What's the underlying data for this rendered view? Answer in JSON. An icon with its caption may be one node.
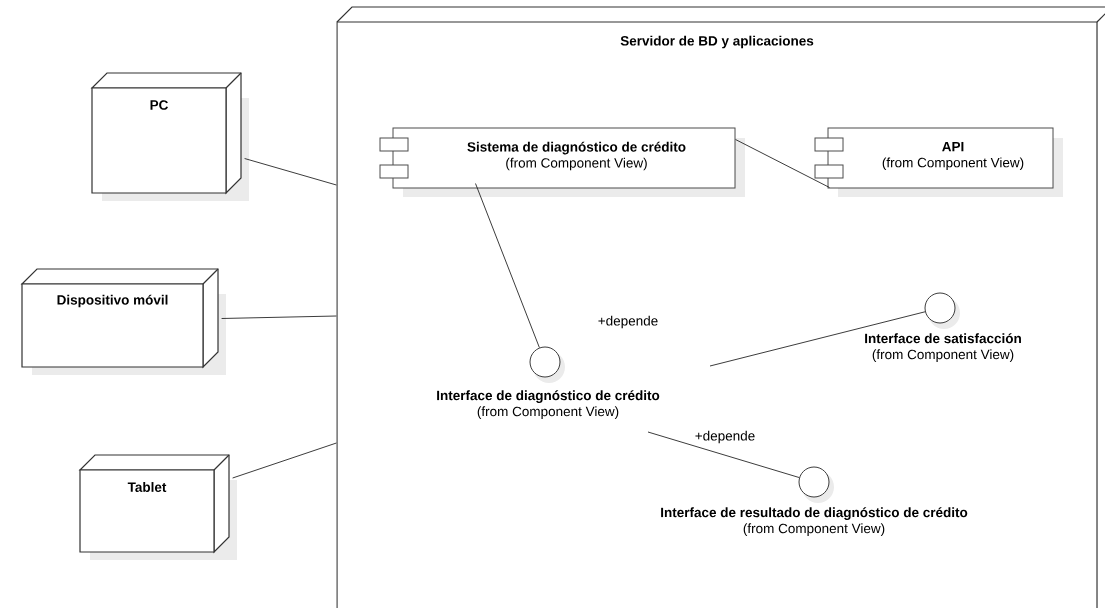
{
  "diagram": {
    "nodes": [
      {
        "text": [
          "Servidor de BD y aplicaciones"
        ]
      },
      {
        "text": [
          "PC"
        ]
      },
      {
        "text": [
          "Dispositivo móvil"
        ]
      },
      {
        "text": [
          "Tablet"
        ]
      },
      {
        "text": [
          "Sistema de diagnóstico de crédito",
          "(from Component View)"
        ],
        "in": 0
      },
      {
        "text": [
          "API",
          "(from Component View)"
        ],
        "in": 0
      },
      {
        "text": [
          "Interface de diagnóstico de crédito",
          "(from Component View)"
        ],
        "in": 0
      },
      {
        "text": [
          "Interface de satisfacción",
          "(from Component View)"
        ],
        "in": 0
      },
      {
        "text": [
          "Interface de resultado de diagnóstico de crédito",
          "(from Component View)"
        ],
        "in": 0
      }
    ],
    "edges": [
      {
        "from": 1,
        "to": 0,
        "arrow": "none"
      },
      {
        "from": 2,
        "to": 0,
        "arrow": "none"
      },
      {
        "from": 3,
        "to": 0,
        "arrow": "none"
      },
      {
        "from": 4,
        "to": 5,
        "arrow": "none"
      },
      {
        "from": 4,
        "to": 6,
        "arrow": "none"
      },
      {
        "from": 6,
        "to": 7,
        "label": "+depende",
        "arrow": "none"
      },
      {
        "from": 6,
        "to": 8,
        "label": "+depende",
        "arrow": "none"
      }
    ]
  }
}
